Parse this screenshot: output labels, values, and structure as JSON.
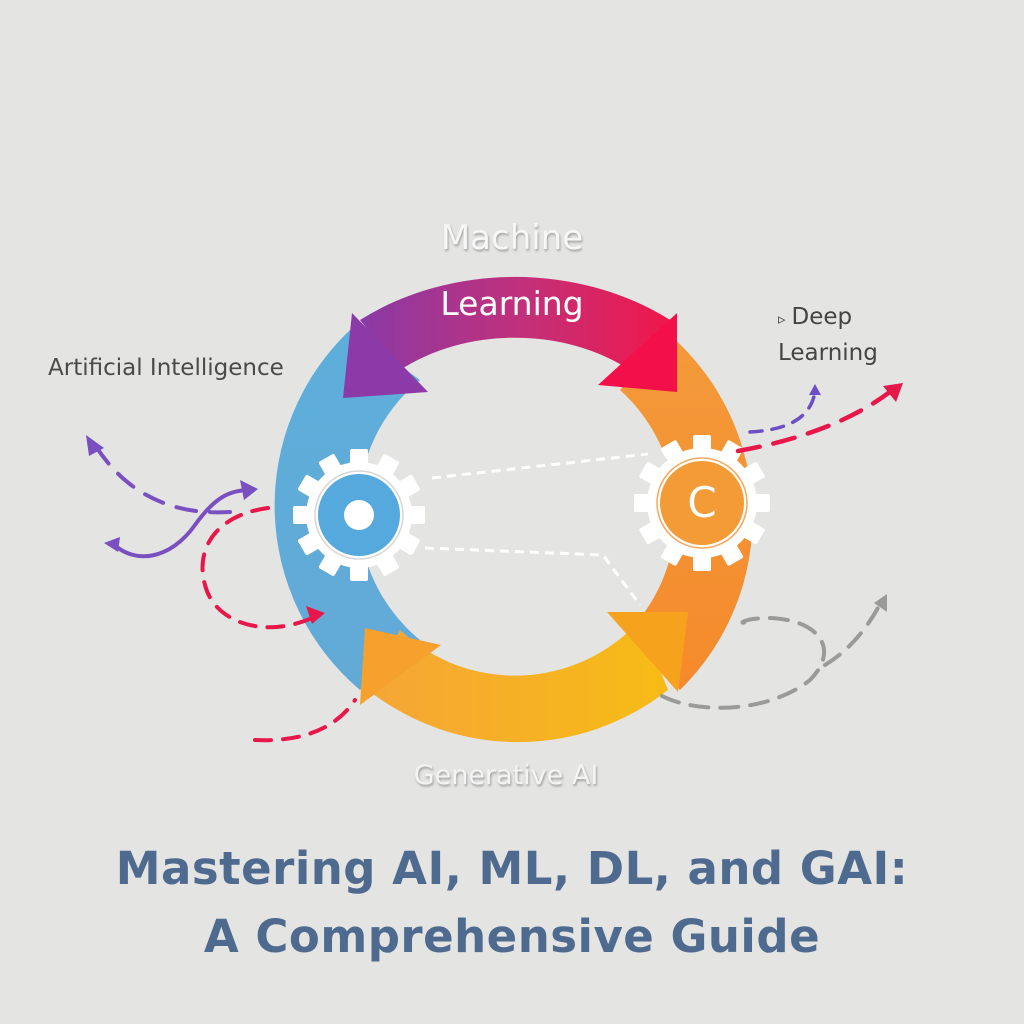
{
  "diagram": {
    "top_label": {
      "line1": "Machine",
      "line2": "Learning"
    },
    "left_label": "Artificial Intelligence",
    "right_label": {
      "marker": "▹",
      "line1": "Deep",
      "line2": "Learning"
    },
    "bottom_label": "Generative AI",
    "gear_right_letter": "C",
    "colors": {
      "background": "#e4e4e3",
      "ring_blue": "#5aaad8",
      "ring_purple": "#8a3aa6",
      "ring_magenta": "#e0245a",
      "ring_orange": "#f59531",
      "ring_yellow": "#f6b830",
      "arrow_red": "#e8174a",
      "arrow_purple": "#7a4fbf",
      "arrow_gray": "#9a9a9a",
      "title": "#4f6a8f"
    }
  },
  "title": {
    "line1": "Mastering AI, ML, DL, and GAI:",
    "line2": "A Comprehensive Guide"
  }
}
